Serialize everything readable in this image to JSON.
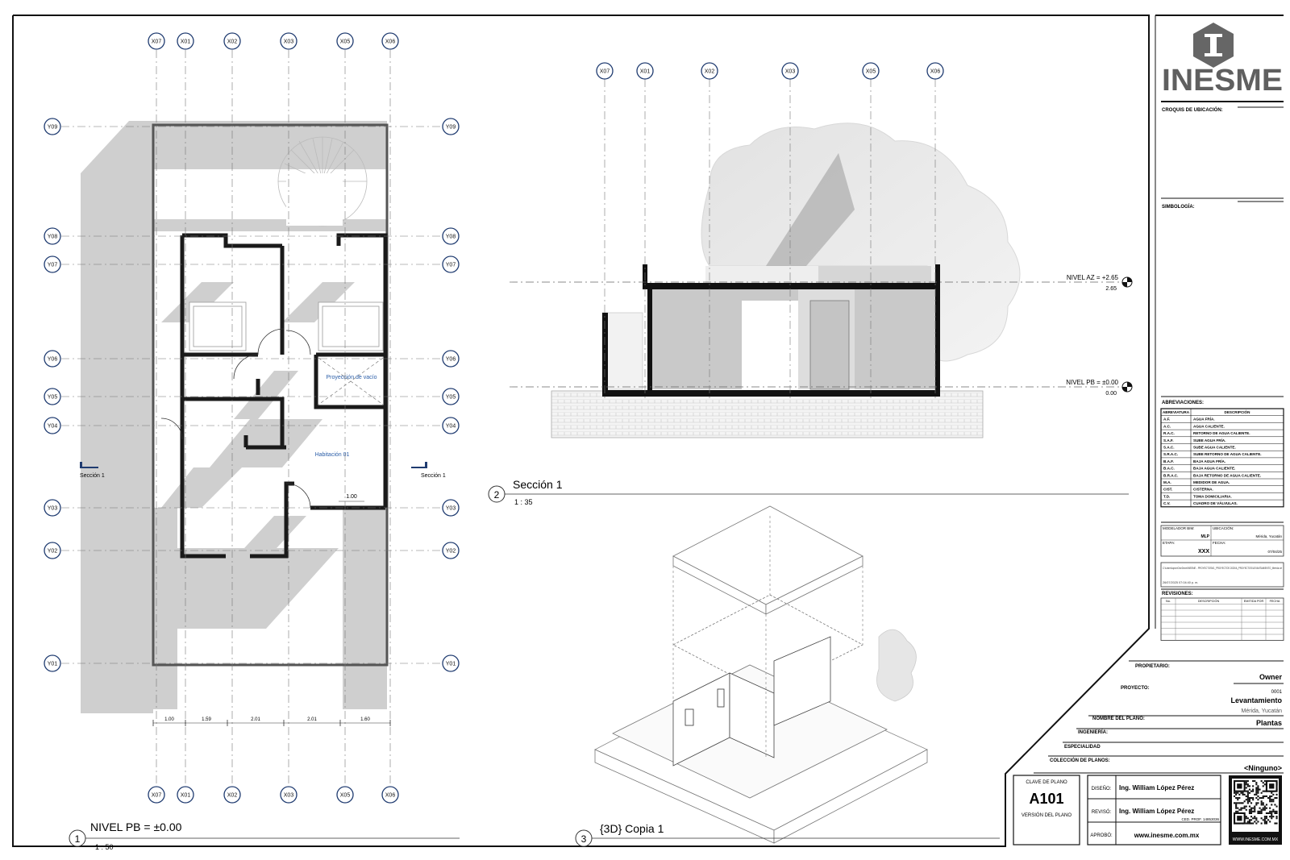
{
  "grid": {
    "x_labels": [
      "X07",
      "X01",
      "X02",
      "X03",
      "X05",
      "X06"
    ],
    "y_labels": [
      "Y09",
      "Y08",
      "Y07",
      "Y06",
      "Y05",
      "Y04",
      "Y03",
      "Y02",
      "Y01"
    ],
    "dims": [
      "1.00",
      "1.59",
      "2.01",
      "2.01",
      "1.60"
    ]
  },
  "plan": {
    "room_void": "Proyección de vacío",
    "room_main": "Habitación 01",
    "dim_inner": "1.00",
    "section_tag": "Sección 1"
  },
  "section": {
    "level_az": "NIVEL AZ = +2.65",
    "level_az_val": "2.65",
    "level_pb": "NIVEL PB = ±0.00",
    "level_pb_val": "0.00"
  },
  "views": {
    "v1_num": "1",
    "v1_title": "NIVEL PB = ±0.00",
    "v1_scale": "1 : 50",
    "v2_num": "2",
    "v2_title": "Sección 1",
    "v2_scale": "1 : 35",
    "v3_num": "3",
    "v3_title": "{3D} Copia 1"
  },
  "titleblock": {
    "logo": "INESME",
    "croquis": "CROQUIS DE UBICACIÓN:",
    "simbologia": "SIMBOLOGÍA:",
    "abreviaciones": "ABREVIACIONES:",
    "abbr_headers": [
      "ABREVIATURA",
      "DESCRIPCIÓN"
    ],
    "abbr_rows": [
      [
        "A.F.",
        "AGUA FRÍA."
      ],
      [
        "A.C.",
        "AGUA CALIENTE."
      ],
      [
        "R.A.C.",
        "RETORNO DE AGUA CALIENTE."
      ],
      [
        "S.A.F.",
        "SUBE AGUA FRÍA."
      ],
      [
        "S.A.C.",
        "SUBE AGUA CALIENTE."
      ],
      [
        "S.R.A.C.",
        "SUBE RETORNO DE AGUA CALIENTE."
      ],
      [
        "B.A.F.",
        "BAJA AGUA FRÍA."
      ],
      [
        "B.A.C.",
        "BAJA AGUA CALIENTE."
      ],
      [
        "B.R.A.C.",
        "BAJA RETORNO DE AGUA CALIENTE."
      ],
      [
        "M.A.",
        "MEDIDOR DE AGUA."
      ],
      [
        "CIST.",
        "CISTERNA."
      ],
      [
        "T.D.",
        "TOMA DOMICILIARIA."
      ],
      [
        "C.V.",
        "CUADRO DE VÁLVULAS."
      ]
    ],
    "modelador_label": "MODELADOR BIM:",
    "modelador": "MLP",
    "ubicacion_label": "UBICACIÓN:",
    "ubicacion": "Mérida, Yucatán",
    "etapa_label": "ETAPA:",
    "etapa": "XXX",
    "fecha_label": "FECHA:",
    "fecha": "07/04/25",
    "path": "C:\\Users\\lopez\\OneDrive\\INESME - PROYECTOS\\01_PROYECTOS 2025\\A_PROYECTOS\\LEVANTAMIENTO_Mérida.rvt",
    "timestamp": "26/07/2025 07:04:40 p. m.",
    "revisiones": "REVISIONES:",
    "rev_headers": [
      "No.",
      "DESCRIPCIÓN",
      "EMITIDA POR",
      "FECHA"
    ],
    "propietario_label": "PROPIETARIO:",
    "propietario": "Owner",
    "proyecto_label": "PROYECTO:",
    "proyecto_num": "0001",
    "proyecto": "Levantamiento",
    "proyecto_loc": "Mérida, Yucatán",
    "nombre_label": "NOMBRE DEL PLANO:",
    "nombre": "Plantas",
    "ingenieria_label": "INGENIERÍA:",
    "especialidad_label": "ESPECIALIDAD",
    "coleccion_label": "COLECCIÓN DE PLANOS:",
    "coleccion": "<Ninguno>",
    "clave_label": "CLAVE DE PLANO",
    "clave": "A101",
    "version_label": "VERSIÓN DEL PLANO",
    "diseno_label": "DISEÑO:",
    "diseno": "Ing. William López Pérez",
    "reviso_label": "REVISÓ:",
    "reviso": "Ing. William López Pérez",
    "cedula": "CED. PROF. 14853036",
    "aprobo_label": "APROBÓ:",
    "web": "www.inesme.com.mx",
    "qr_caption": "WWW.INESME.COM.MX"
  }
}
